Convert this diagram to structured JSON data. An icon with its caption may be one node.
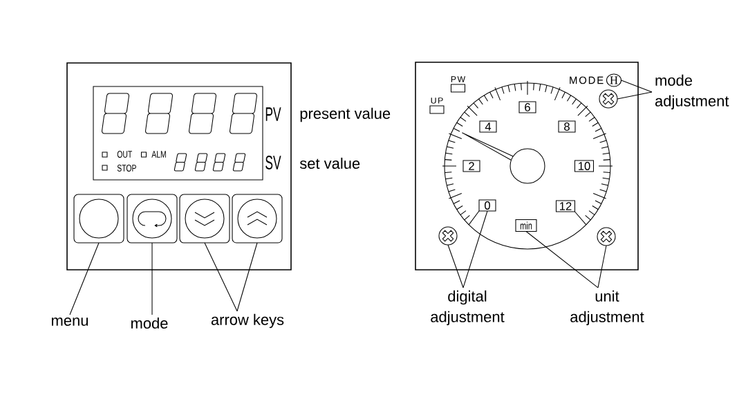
{
  "diagram": {
    "nodes": [
      {
        "text": [],
        "shape": "box"
      },
      {
        "text": [
          "OUT",
          "ALM",
          "STOP"
        ],
        "in": 0
      },
      {
        "text": [],
        "shape": "button",
        "in": 0
      },
      {
        "text": [],
        "shape": "button",
        "in": 0
      },
      {
        "text": [],
        "shape": "button",
        "in": 0
      },
      {
        "text": [],
        "shape": "button",
        "in": 0
      },
      {
        "text": [
          "menu"
        ]
      },
      {
        "text": [
          "mode"
        ]
      },
      {
        "text": [
          "arrow keys"
        ]
      },
      {
        "text": [],
        "shape": "box"
      },
      {
        "text": [
          "PW"
        ],
        "in": 9
      },
      {
        "text": [
          "UP"
        ],
        "in": 9
      },
      {
        "text": [
          "H"
        ],
        "beside": [
          "MODE"
        ],
        "in": 9
      },
      {
        "text": [],
        "shape": "knob",
        "in": 9
      },
      {
        "text": [],
        "shape": "circle",
        "in": 9
      },
      {
        "text": [
          "6"
        ],
        "in": 14
      },
      {
        "text": [
          "4"
        ],
        "in": 14
      },
      {
        "text": [
          "8"
        ],
        "in": 14
      },
      {
        "text": [
          "2"
        ],
        "in": 14
      },
      {
        "text": [
          "10"
        ],
        "in": 14
      },
      {
        "text": [
          "0"
        ],
        "in": 14
      },
      {
        "text": [
          "12"
        ],
        "in": 14
      },
      {
        "text": [
          "min"
        ],
        "in": 14
      },
      {
        "text": [],
        "shape": "knob",
        "in": 9
      },
      {
        "text": [],
        "shape": "knob",
        "in": 9
      },
      {
        "text": [
          "mode adjustment"
        ]
      },
      {
        "text": [
          "digital adjustment"
        ]
      },
      {
        "text": [
          "unit adjustment"
        ]
      }
    ],
    "edges": [
      {
        "from": 6,
        "to": 2,
        "arrow": "none"
      },
      {
        "from": 7,
        "to": 3,
        "arrow": "none"
      },
      {
        "from": 8,
        "to": 4,
        "arrow": "none"
      },
      {
        "from": 8,
        "to": 5,
        "arrow": "none"
      },
      {
        "from": 25,
        "to": 12,
        "arrow": "none"
      },
      {
        "from": 25,
        "to": 13,
        "arrow": "none"
      },
      {
        "from": 26,
        "to": 23,
        "arrow": "none"
      },
      {
        "from": 26,
        "to": 20,
        "arrow": "none"
      },
      {
        "from": 27,
        "to": 22,
        "arrow": "none"
      },
      {
        "from": 27,
        "to": 24,
        "arrow": "none"
      },
      {
        "from": 20,
        "to": 14,
        "arrow": "none"
      },
      {
        "from": 21,
        "to": 14,
        "arrow": "none"
      }
    ],
    "labels": [
      "PV",
      "present value",
      "SV",
      "set value"
    ]
  }
}
